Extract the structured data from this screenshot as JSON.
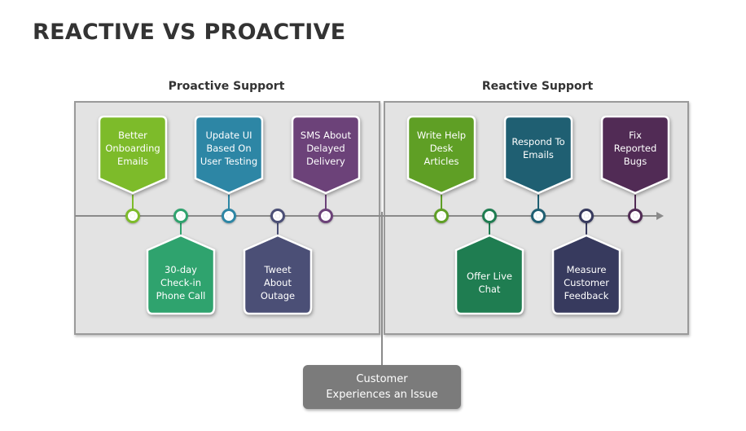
{
  "title": "REACTIVE VS PROACTIVE",
  "proactive": {
    "label": "Proactive Support",
    "items": [
      {
        "lines": [
          "Better",
          "Onboarding",
          "Emails"
        ],
        "color": "#7dbb2a"
      },
      {
        "lines": [
          "30-day",
          "Check-in",
          "Phone Call"
        ],
        "color": "#2fa36e"
      },
      {
        "lines": [
          "Update UI",
          "Based On",
          "User Testing"
        ],
        "color": "#2d86a5"
      },
      {
        "lines": [
          "Tweet",
          "About",
          "Outage"
        ],
        "color": "#4b4f76"
      },
      {
        "lines": [
          "SMS About",
          "Delayed",
          "Delivery"
        ],
        "color": "#6c4279"
      }
    ]
  },
  "reactive": {
    "label": "Reactive Support",
    "items": [
      {
        "lines": [
          "Write Help",
          "Desk",
          "Articles"
        ],
        "color": "#5f9f25"
      },
      {
        "lines": [
          "Offer Live",
          "Chat"
        ],
        "color": "#1f7d51"
      },
      {
        "lines": [
          "Respond To",
          "Emails"
        ],
        "color": "#1f5f72"
      },
      {
        "lines": [
          "Measure",
          "Customer",
          "Feedback"
        ],
        "color": "#373a5e"
      },
      {
        "lines": [
          "Fix",
          "Reported",
          "Bugs"
        ],
        "color": "#512b55"
      }
    ]
  },
  "issue": {
    "lines": [
      "Customer",
      "Experiences an Issue"
    ]
  }
}
